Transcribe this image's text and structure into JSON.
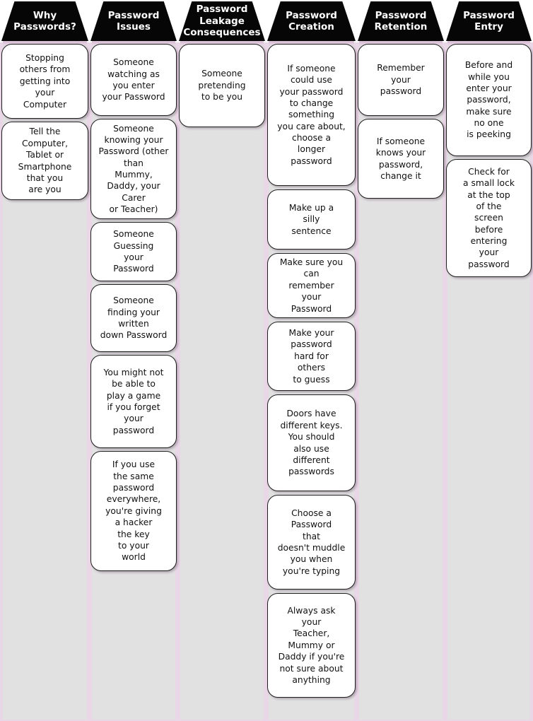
{
  "colors": {
    "page_background": "#e9d6e6",
    "top_strip": "#ffffff",
    "column_band_gray": "#e2e1e2",
    "separator_pink": "#dcc2d8",
    "header_bg": "#060606",
    "header_text": "#ffffff",
    "card_bg": "#ffffff",
    "card_border": "#1d1d1d"
  },
  "columns": [
    {
      "title": "Why\nPasswords?",
      "cards": [
        {
          "text": "Stopping\nothers from\ngetting into\nyour\nComputer"
        },
        {
          "text": "Tell the\nComputer,\nTablet or\nSmartphone\nthat you\nare you"
        }
      ]
    },
    {
      "title": "Password\nIssues",
      "cards": [
        {
          "text": "Someone\nwatching as\nyou enter\nyour Password"
        },
        {
          "text": "Someone\nknowing your\nPassword (other\nthan\nMummy,\nDaddy, your\nCarer\nor Teacher)"
        },
        {
          "text": "Someone\nGuessing\nyour\nPassword"
        },
        {
          "text": "Someone\nfinding your\nwritten\ndown Password"
        },
        {
          "text": "You might not\nbe able to\nplay a game\nif you forget\nyour\npassword"
        },
        {
          "text": "If you use\nthe same\npassword\neverywhere,\nyou're giving\na hacker\nthe key\nto your\nworld"
        }
      ]
    },
    {
      "title": "Password\nLeakage\nConsequences",
      "cards": [
        {
          "text": "Someone\npretending\nto be you"
        }
      ]
    },
    {
      "title": "Password\nCreation",
      "cards": [
        {
          "text": "If someone\ncould use\nyour password\nto change\nsomething\nyou care about,\nchoose a\nlonger\npassword"
        },
        {
          "text": "Make up a\nsilly\nsentence"
        },
        {
          "text": "Make sure you\ncan\nremember\nyour\nPassword"
        },
        {
          "text": "Make your\npassword\nhard for\nothers\nto guess"
        },
        {
          "text": "Doors have\ndifferent keys.\nYou should\nalso use\ndifferent\npasswords"
        },
        {
          "text": "Choose a\nPassword\nthat\ndoesn't muddle\nyou when\nyou're typing"
        },
        {
          "text": "Always ask\nyour\nTeacher,\nMummy or\nDaddy if you're\nnot sure about\nanything"
        }
      ]
    },
    {
      "title": "Password\nRetention",
      "cards": [
        {
          "text": "Remember\nyour\npassword"
        },
        {
          "text": "If someone\nknows your\npassword,\nchange it"
        }
      ]
    },
    {
      "title": "Password\nEntry",
      "cards": [
        {
          "text": "Before and\nwhile you\nenter your\npassword,\nmake sure\nno one\nis peeking"
        },
        {
          "text": "Check for\na small lock\nat the top\nof the\nscreen\nbefore\nentering\nyour\npassword"
        }
      ]
    }
  ]
}
